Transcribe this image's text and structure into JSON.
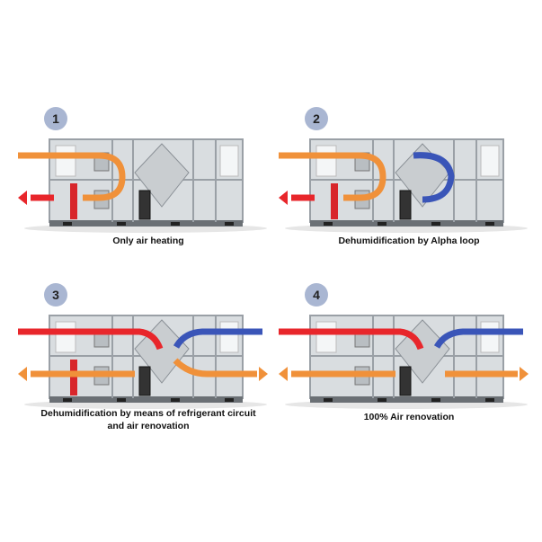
{
  "colors": {
    "badge": "#a9b6d2",
    "red": "#e8262b",
    "orange": "#f0913a",
    "blue": "#3a55b8",
    "frame": "#9aa0a6",
    "panel": "#d9dde0"
  },
  "panels": [
    {
      "number": "1",
      "caption": "Only air heating",
      "mode": "heating"
    },
    {
      "number": "2",
      "caption": "Dehumidification by Alpha loop",
      "mode": "alpha"
    },
    {
      "number": "3",
      "caption": "Dehumidification by means of refrigerant circuit and air renovation",
      "mode": "refrigerant"
    },
    {
      "number": "4",
      "caption": "100% Air renovation",
      "mode": "renovation"
    }
  ]
}
